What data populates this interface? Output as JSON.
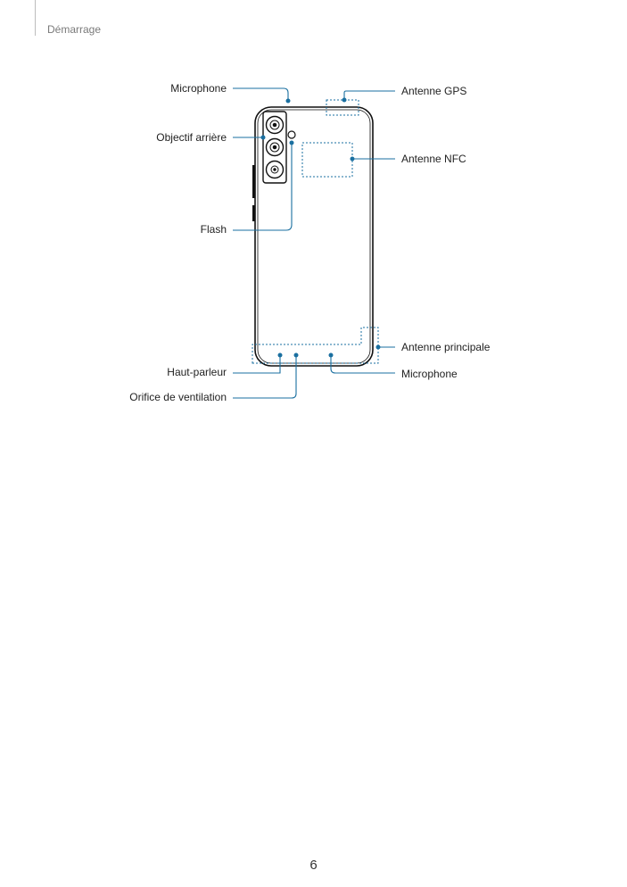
{
  "header": {
    "section": "Démarrage"
  },
  "labels": {
    "microphone_top": "Microphone",
    "rear_camera": "Objectif arrière",
    "flash": "Flash",
    "gps_antenna": "Antenne GPS",
    "nfc_antenna": "Antenne NFC",
    "main_antenna": "Antenne principale",
    "microphone_bottom": "Microphone",
    "speaker": "Haut-parleur",
    "vent": "Orifice de ventilation"
  },
  "page_number": "6",
  "colors": {
    "callout": "#1a6fa0",
    "outline": "#111111",
    "header_text": "#7a7a7a"
  }
}
